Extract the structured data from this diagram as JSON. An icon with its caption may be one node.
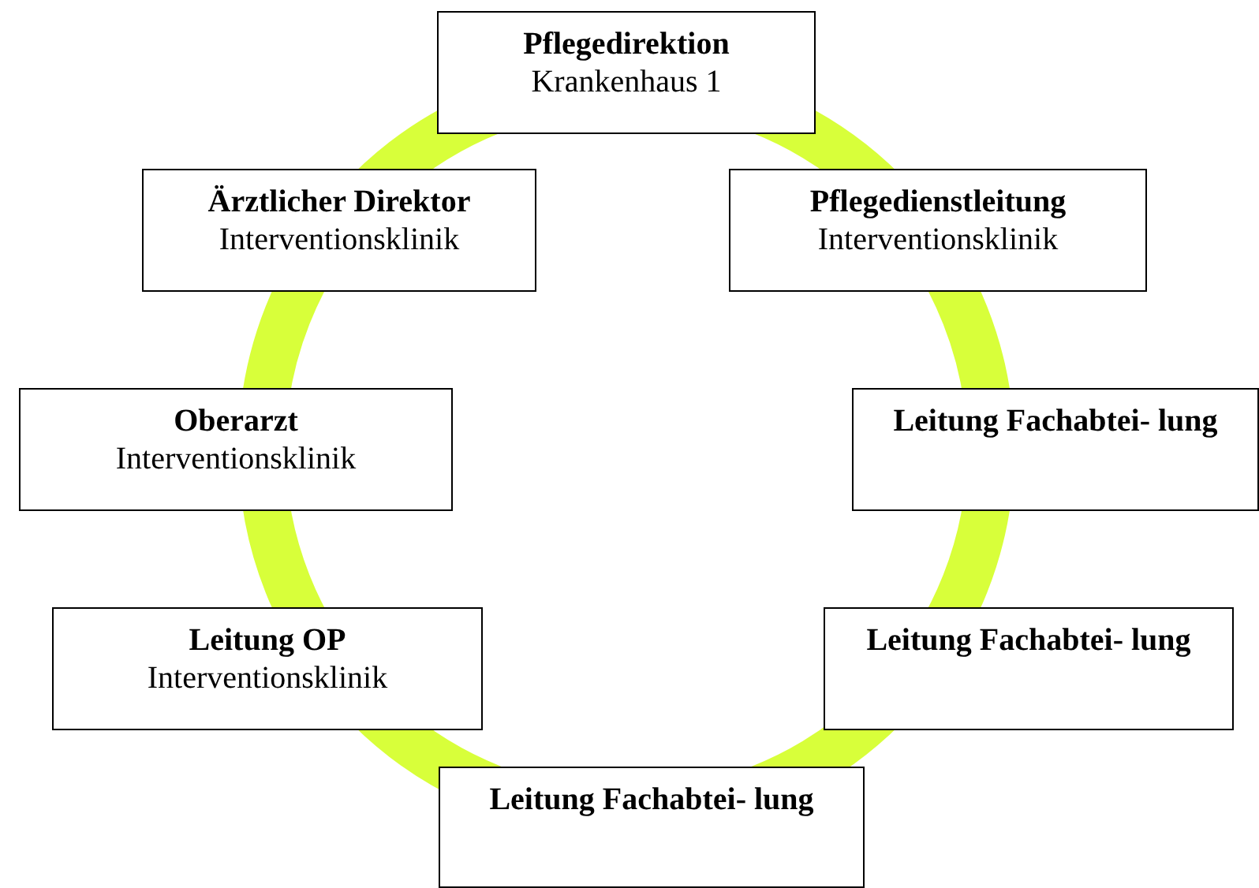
{
  "diagram": {
    "nodes": [
      {
        "text": [
          "Pflegedirektion",
          "Krankenhaus 1"
        ]
      },
      {
        "text": [
          "Ärztlicher Direktor",
          "Interventionsklinik"
        ]
      },
      {
        "text": [
          "Pflegedienstleitung",
          "Interventionsklinik"
        ]
      },
      {
        "text": [
          "Oberarzt",
          "Interventionsklinik"
        ]
      },
      {
        "text": [
          "Leitung Fachabtei- lung"
        ]
      },
      {
        "text": [
          "Leitung OP",
          "Interventionsklinik"
        ]
      },
      {
        "text": [
          "Leitung Fachabtei- lung"
        ]
      },
      {
        "text": [
          "Leitung Fachabtei- lung"
        ]
      }
    ]
  }
}
